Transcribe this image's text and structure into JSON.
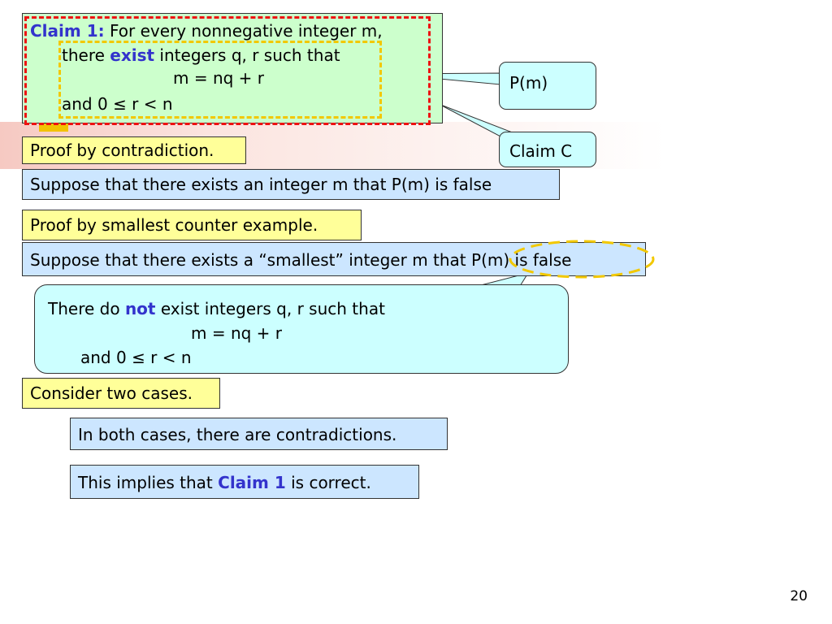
{
  "claim": {
    "label": "Claim 1:",
    "line1": " For every nonnegative integer m,",
    "line2_a": "there ",
    "line2_b": "exist",
    "line2_c": " integers q, r such that",
    "line3": "m = nq + r",
    "line4": "and   0 ≤ r < n"
  },
  "callouts": {
    "pm": "P(m)",
    "claim_c": "Claim C",
    "not_a": "There do ",
    "not_b": "not",
    "not_c": " exist integers q, r such that",
    "not_line2": "m = nq + r",
    "not_line3": "and   0 ≤ r < n"
  },
  "steps": {
    "proof_contradiction": "Proof by contradiction.",
    "suppose_exists": "Suppose that there exists an integer m that P(m) is false",
    "proof_smallest": "Proof by smallest counter example.",
    "suppose_smallest": "Suppose that there exists a “smallest” integer m that P(m) is false",
    "consider_cases": "Consider two cases.",
    "both_cases": "In both cases, there are contradictions.",
    "implies_a": "This implies that ",
    "implies_b": "Claim 1",
    "implies_c": " is correct."
  },
  "page_number": "20",
  "colors": {
    "highlight": "#3333cc",
    "green_box": "#ccffcc",
    "yellow_box": "#ffff99",
    "blue_box": "#cce6ff",
    "callout": "#ccffff",
    "red_dash": "#ee1111",
    "yellow_dash": "#f2c800"
  }
}
